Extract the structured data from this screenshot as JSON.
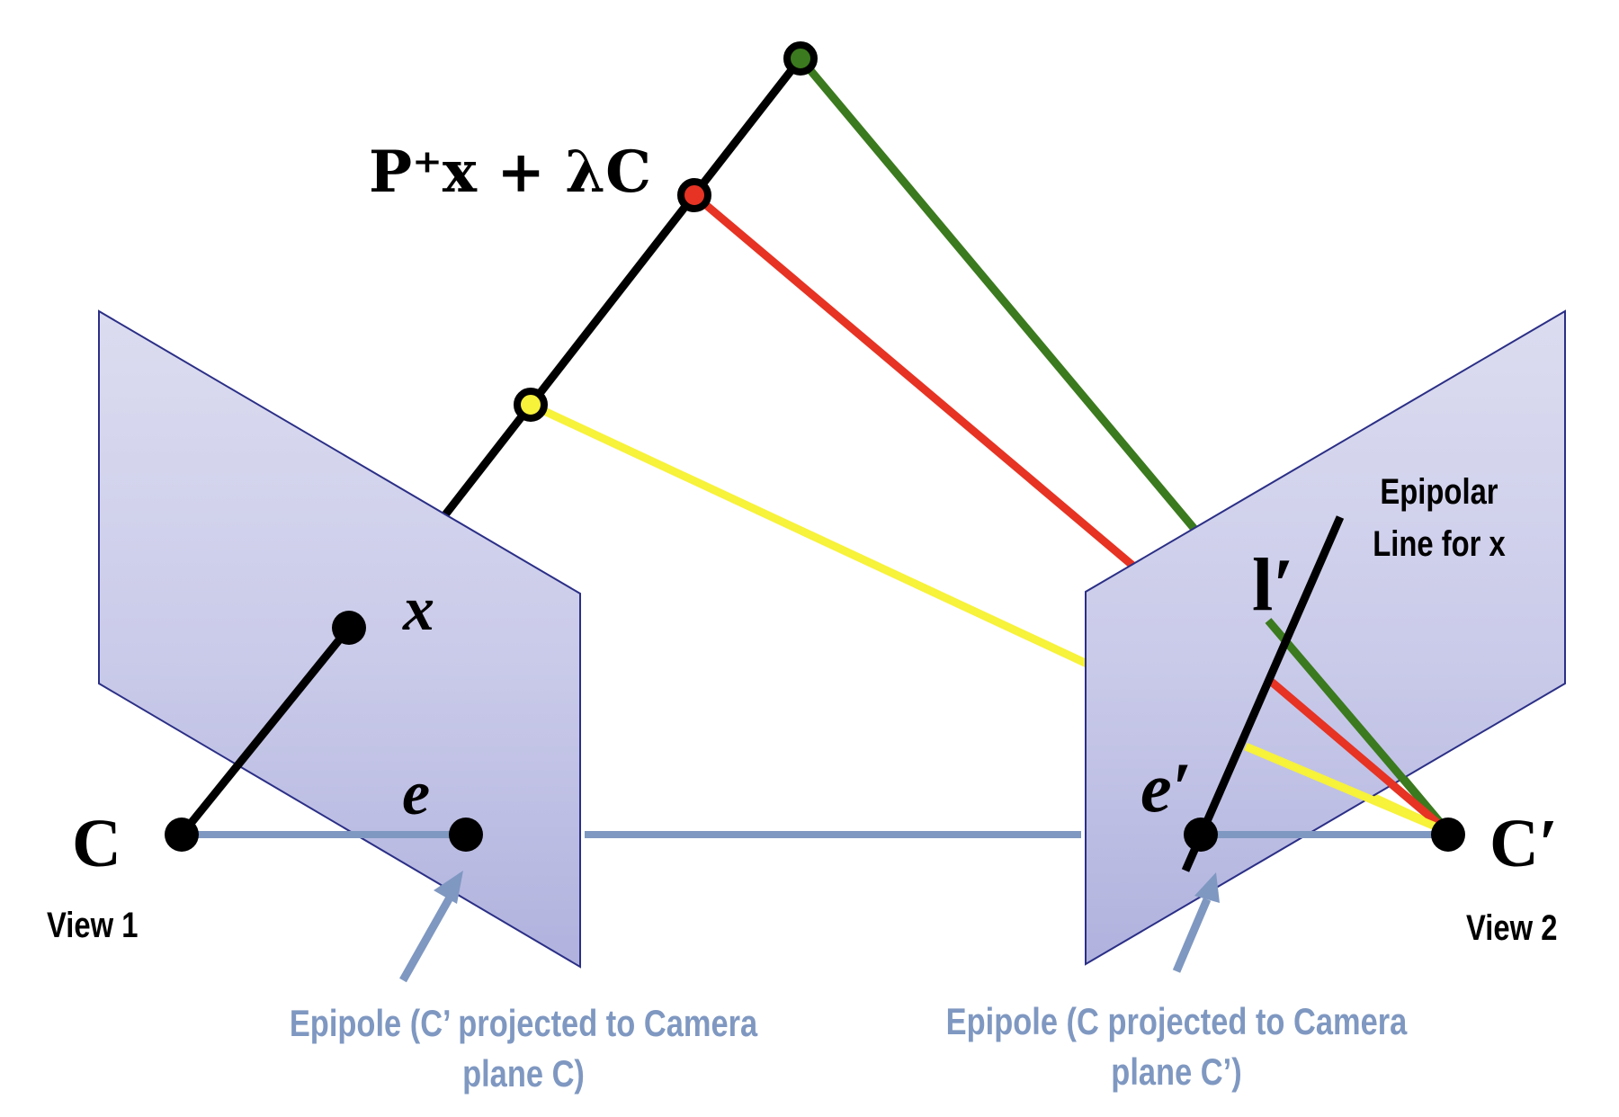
{
  "labels": {
    "backprojection": "P⁺x + λC",
    "point_x": "x",
    "epipole_e": "e",
    "epipole_e_prime": "e′",
    "camera_c": "C",
    "camera_c_prime": "C′",
    "line_l_prime": "l′",
    "view1": "View 1",
    "view2": "View 2",
    "epipolar_line_title_1": "Epipolar",
    "epipolar_line_title_2": "Line for x",
    "epipole1_caption_1": "Epipole (C’ projected to Camera",
    "epipole1_caption_2": "plane C)",
    "epipole2_caption_1": "Epipole (C projected to Camera",
    "epipole2_caption_2": "plane C’)"
  },
  "colors": {
    "plane_fill_top": "#dedff1",
    "plane_fill_bottom": "#b3b5df",
    "plane_stroke": "#2b2f86",
    "baseline": "#7f98c1",
    "caption": "#7f98c1",
    "green_ray": "#3b7a1e",
    "red_ray": "#e63323",
    "yellow_ray": "#f7f23a",
    "black": "#000000"
  }
}
